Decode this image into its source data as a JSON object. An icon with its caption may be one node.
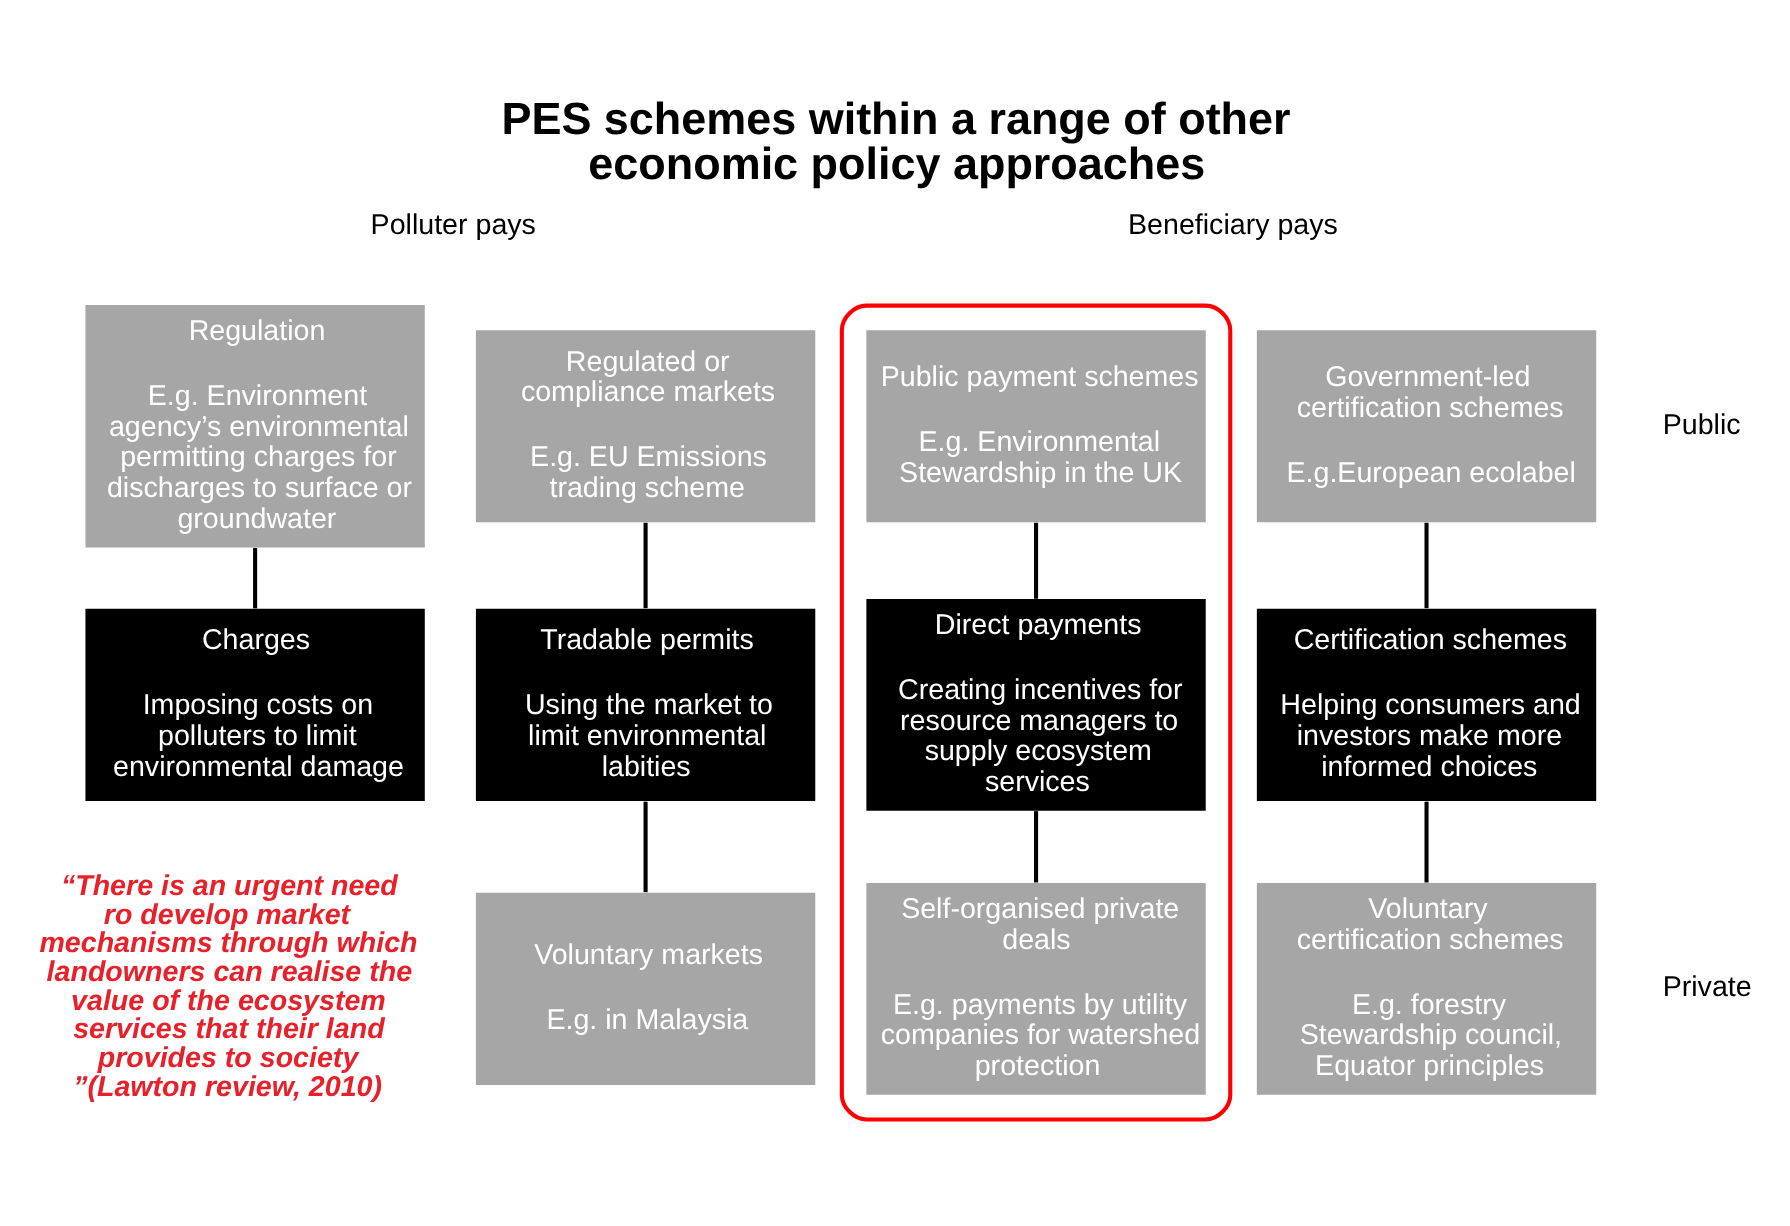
{
  "diagram": {
    "title": "PES schemes within a range of other economic policy approaches",
    "nodes": [
      {
        "text": [
          "Regulation",
          "E.g. Environment agency’s environmental permitting charges for discharges to surface or groundwater"
        ]
      },
      {
        "text": [
          "Regulated or compliance markets",
          "E.g. EU Emissions trading scheme"
        ]
      },
      {
        "text": [],
        "shape": "ellipse"
      },
      {
        "text": [
          "Public payment schemes",
          "E.g. Environmental Stewardship in the UK"
        ],
        "in": 2
      },
      {
        "text": [
          "Government-led certification schemes",
          "E.g.European ecolabel"
        ]
      },
      {
        "text": [
          "Charges",
          "Imposing costs on polluters to limit environmental damage"
        ]
      },
      {
        "text": [
          "Tradable permits",
          "Using the market to limit environmental labities"
        ]
      },
      {
        "text": [
          "Direct payments",
          "Creating incentives for resource managers to supply ecosystem services"
        ],
        "in": 2
      },
      {
        "text": [
          "Certification schemes",
          "Helping consumers and investors make more informed choices"
        ]
      },
      {
        "text": [
          "Voluntary markets",
          "E.g. in Malaysia"
        ]
      },
      {
        "text": [
          "Self-organised private deals",
          "E.g. payments by utility companies for watershed protection"
        ],
        "in": 2
      },
      {
        "text": [
          "Voluntary certification schemes",
          "E.g. forestry Stewardship council, Equator principles"
        ]
      }
    ],
    "edges": [
      {
        "from": 0,
        "to": 5,
        "arrow": "none"
      },
      {
        "from": 1,
        "to": 6,
        "arrow": "none"
      },
      {
        "from": 6,
        "to": 9,
        "arrow": "none"
      },
      {
        "from": 3,
        "to": 7,
        "arrow": "none"
      },
      {
        "from": 7,
        "to": 10,
        "arrow": "none"
      },
      {
        "from": 4,
        "to": 8,
        "arrow": "none"
      },
      {
        "from": 8,
        "to": 11,
        "arrow": "none"
      }
    ],
    "labels": [
      "Polluter pays",
      "Beneficiary pays",
      "Public",
      "Private",
      "“There is an urgent need ro develop market mechanisms through which landowners can realise the value of the ecosystem services that their land provides to society ”(Lawton review, 2010)"
    ]
  }
}
